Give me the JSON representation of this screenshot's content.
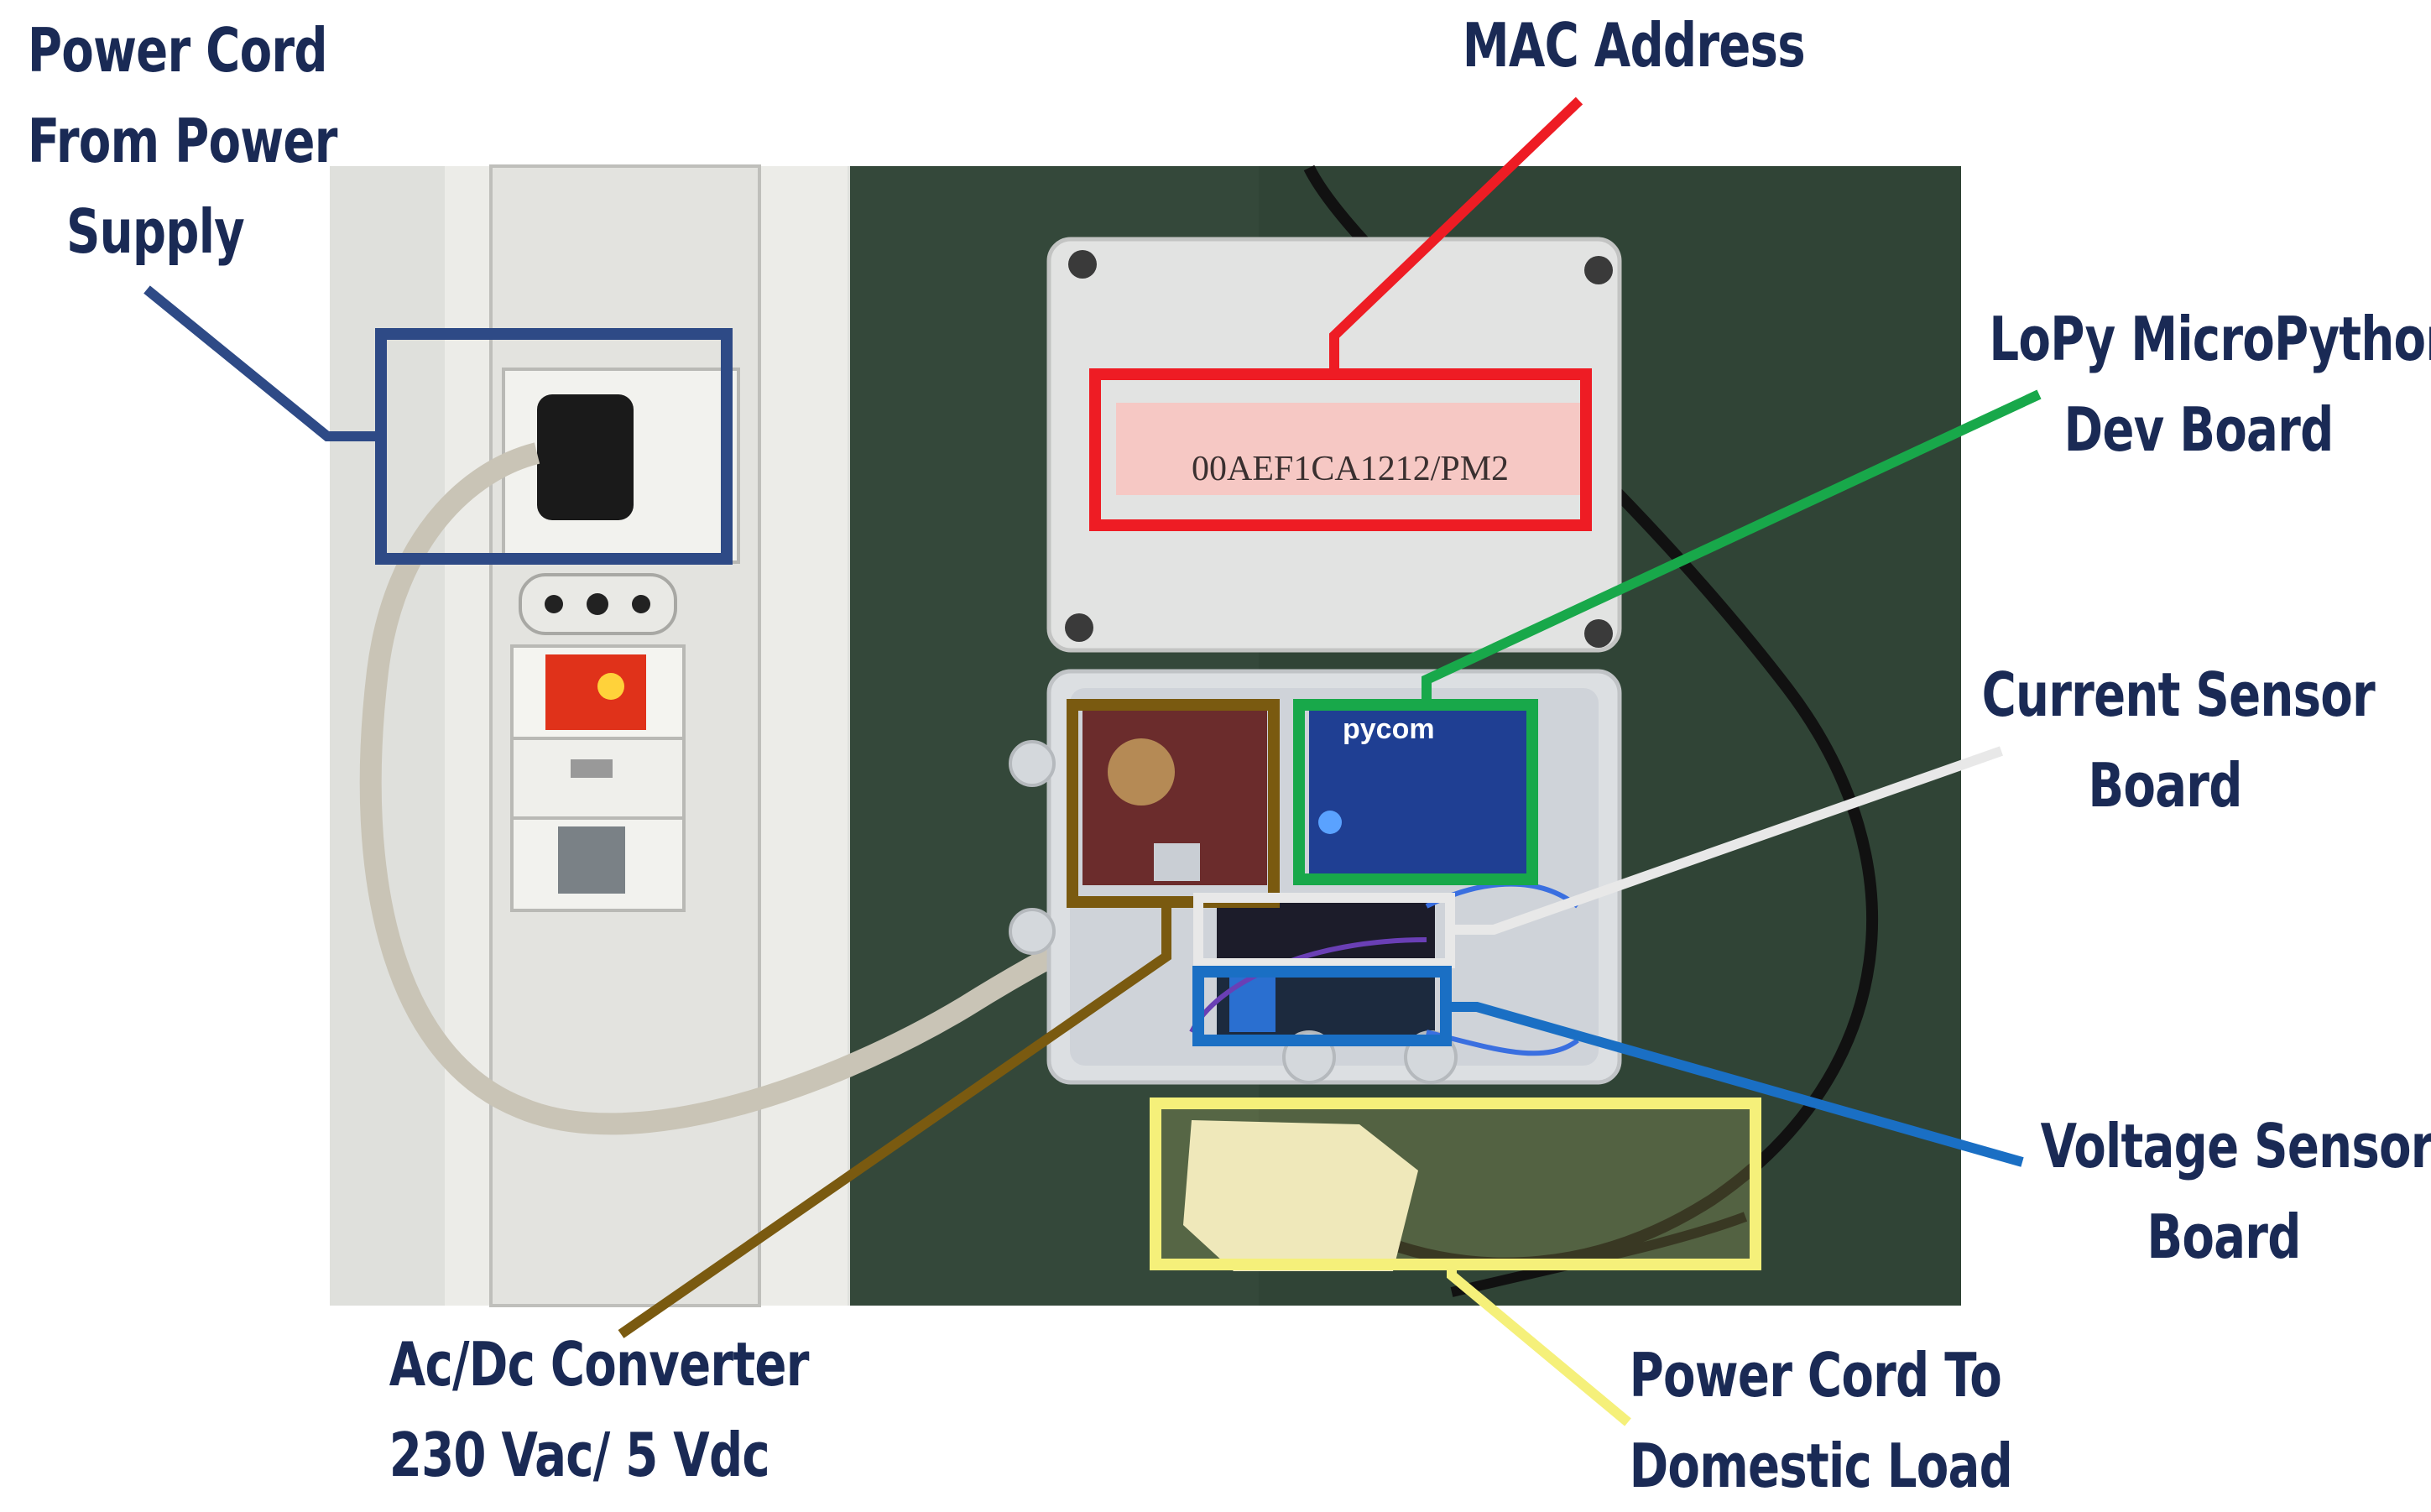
{
  "annotations": {
    "power_cord_from_supply": [
      "Power Cord",
      "From Power",
      "Supply"
    ],
    "mac_address": "MAC Address",
    "lopy_board": [
      "LoPy MicroPython",
      "Dev Board"
    ],
    "current_sensor": [
      "Current Sensor",
      "Board"
    ],
    "voltage_sensor": [
      "Voltage Sensor",
      "Board"
    ],
    "acdc_converter": [
      "Ac/Dc Converter",
      "230 Vac/ 5 Vdc"
    ],
    "power_cord_to_load": [
      "Power Cord To",
      "Domestic  Load"
    ]
  },
  "device": {
    "mac_label_text": "00AEF1CA1212/PM2",
    "board_brand": "pycom"
  },
  "colors": {
    "label_text": "#1a2a55",
    "power_supply_box": "#2e4a86",
    "mac_box": "#ee1c24",
    "lopy_box": "#18a84a",
    "current_box": "#e8e8e8",
    "voltage_box": "#1a6fc4",
    "converter_box": "#7a5a10",
    "load_box": "#f5f07a",
    "background_green": "#3a4f3c"
  }
}
